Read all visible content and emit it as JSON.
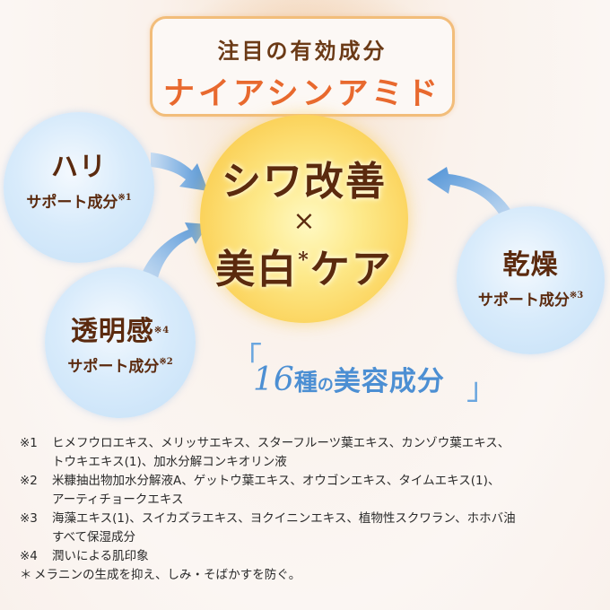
{
  "header": {
    "subtitle": "注目の有効成分",
    "title": "ナイアシンアミド"
  },
  "center": {
    "line1": "シワ改善",
    "times": "×",
    "line2_a": "美白",
    "line2_ast": "*",
    "line2_b": "ケア"
  },
  "bubbles": {
    "hari": {
      "title": "ハリ",
      "subtitle": "サポート成分",
      "note": "※1"
    },
    "kanso": {
      "title": "乾燥",
      "subtitle": "サポート成分",
      "note": "※3"
    },
    "tomei": {
      "title": "透明感",
      "title_note": "※4",
      "subtitle": "サポート成分",
      "note": "※2"
    }
  },
  "ingredients_count": {
    "open_bracket": "「",
    "number": "16",
    "counter": "種",
    "particle": "の",
    "label": "美容成分",
    "close_bracket": "」"
  },
  "notes": [
    {
      "mark": "※1",
      "lines": [
        "ヒメフウロエキス、メリッサエキス、スターフルーツ葉エキス、カンゾウ葉エキス、",
        "トウキエキス(1)、加水分解コンキオリン液"
      ]
    },
    {
      "mark": "※2",
      "lines": [
        "米糠抽出物加水分解液A、ゲットウ葉エキス、オウゴンエキス、タイムエキス(1)、",
        "アーティチョークエキス"
      ]
    },
    {
      "mark": "※3",
      "lines": [
        "海藻エキス(1)、スイカズラエキス、ヨクイニンエキス、植物性スクワラン、ホホバ油",
        "すべて保湿成分"
      ]
    },
    {
      "mark": "※4",
      "lines": [
        "潤いによる肌印象"
      ]
    },
    {
      "mark": "＊",
      "lines": [
        "メラニンの生成を抑え、しみ・そばかすを防ぐ。"
      ]
    }
  ],
  "colors": {
    "brown": "#5b2a0e",
    "orange": "#e8692e",
    "box_border": "#f2bd7a",
    "blue_text": "#4c8fd3",
    "arrow_blue": "#5b9ad8"
  }
}
